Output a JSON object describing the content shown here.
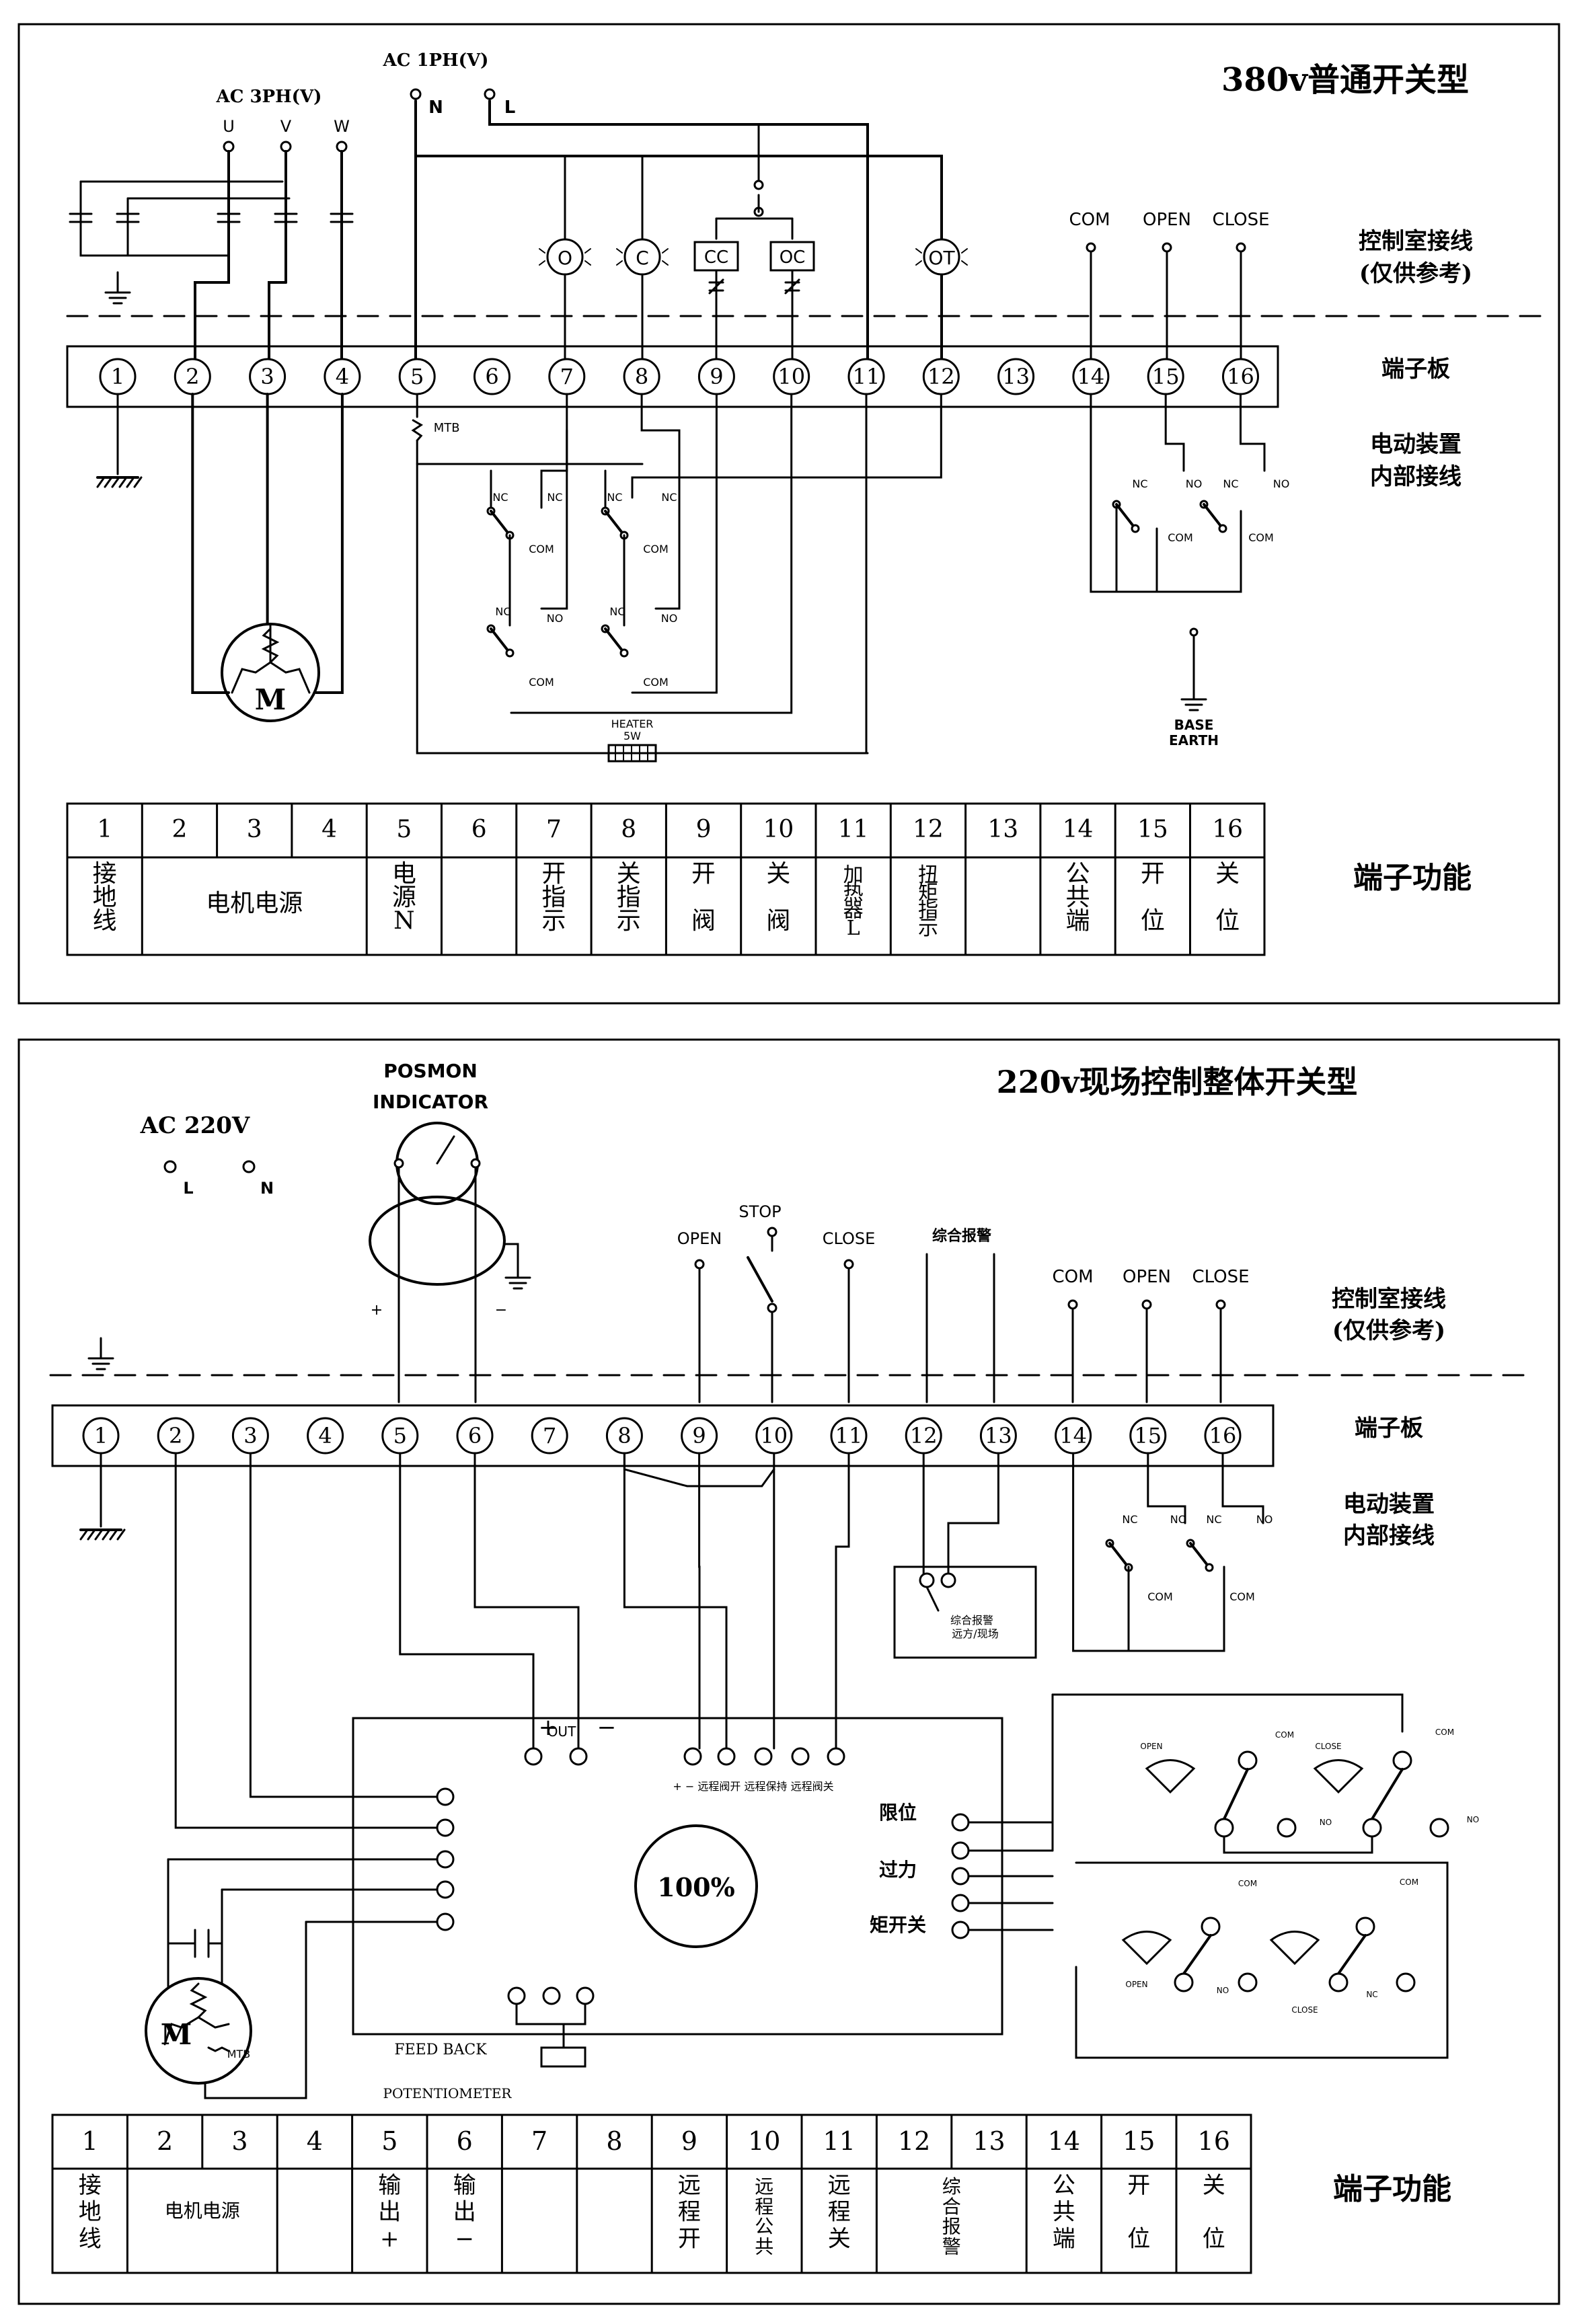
{
  "top": {
    "title": "380v普通开关型",
    "ac3ph": "AC 3PH(V)",
    "ac1ph": "AC 1PH(V)",
    "phases": [
      "U",
      "V",
      "W"
    ],
    "n_label": "N",
    "l_label": "L",
    "indicators": [
      "O",
      "C",
      "CC",
      "OC",
      "OT"
    ],
    "com_label": "COM",
    "open_label": "OPEN",
    "close_label": "CLOSE",
    "control_room": [
      "控制室接线",
      "(仅供参考)"
    ],
    "terminal_board": "端子板",
    "internal": [
      "电动装置",
      "内部接线"
    ],
    "mtb": "MTB",
    "nc": "NC",
    "no": "NO",
    "com": "COM",
    "heater": [
      "HEATER",
      "5W"
    ],
    "base_earth": [
      "BASE",
      "EARTH"
    ],
    "motor": "M",
    "terminals": [
      "1",
      "2",
      "3",
      "4",
      "5",
      "6",
      "7",
      "8",
      "9",
      "10",
      "11",
      "12",
      "13",
      "14",
      "15",
      "16"
    ],
    "function_title": "端子功能",
    "functions": [
      {
        "cols": [
          1
        ],
        "lines": [
          "接",
          "地",
          "线"
        ]
      },
      {
        "cols": [
          2,
          3,
          4
        ],
        "lines": [
          "电机电源"
        ]
      },
      {
        "cols": [
          5
        ],
        "lines": [
          "电",
          "源",
          "N"
        ]
      },
      {
        "cols": [
          6
        ],
        "lines": [
          ""
        ]
      },
      {
        "cols": [
          7
        ],
        "lines": [
          "开",
          "指",
          "示"
        ]
      },
      {
        "cols": [
          8
        ],
        "lines": [
          "关",
          "指",
          "示"
        ]
      },
      {
        "cols": [
          9
        ],
        "lines": [
          "开",
          "",
          "阀"
        ]
      },
      {
        "cols": [
          10
        ],
        "lines": [
          "关",
          "",
          "阀"
        ]
      },
      {
        "cols": [
          11
        ],
        "lines": [
          "加",
          "热",
          "器",
          "L"
        ]
      },
      {
        "cols": [
          12
        ],
        "lines": [
          "扭",
          "矩",
          "指",
          "示"
        ]
      },
      {
        "cols": [
          13
        ],
        "lines": [
          ""
        ]
      },
      {
        "cols": [
          14
        ],
        "lines": [
          "公",
          "共",
          "端"
        ]
      },
      {
        "cols": [
          15
        ],
        "lines": [
          "开",
          "",
          "位"
        ]
      },
      {
        "cols": [
          16
        ],
        "lines": [
          "关",
          "",
          "位"
        ]
      }
    ]
  },
  "bottom": {
    "title": "220v现场控制整体开关型",
    "posmon": [
      "POSMON",
      "INDICATOR"
    ],
    "ac220": "AC 220V",
    "l_label": "L",
    "n_label": "N",
    "plus": "+",
    "minus": "−",
    "stop": "STOP",
    "open": "OPEN",
    "close": "CLOSE",
    "alarm": "综合报警",
    "alarm_box": [
      "综合报警",
      "远方/现场"
    ],
    "com_label": "COM",
    "open_label": "OPEN",
    "close_label": "CLOSE",
    "control_room": [
      "控制室接线",
      "(仅供参考)"
    ],
    "terminal_board": "端子板",
    "internal": [
      "电动装置",
      "内部接线"
    ],
    "nc": "NC",
    "no": "NO",
    "com": "COM",
    "out": "OUT",
    "remote_labels": "+ − 远程阀开 远程保持 远程阀关",
    "percent": "100%",
    "limit": "限位",
    "over": "过力",
    "torque": "矩开关",
    "feedback": "FEED BACK",
    "potentiometer": "POTENTIOMETER",
    "motor": "M",
    "mtb": "MTB",
    "terminals": [
      "1",
      "2",
      "3",
      "4",
      "5",
      "6",
      "7",
      "8",
      "9",
      "10",
      "11",
      "12",
      "13",
      "14",
      "15",
      "16"
    ],
    "function_title": "端子功能",
    "functions": [
      {
        "cols": [
          1
        ],
        "lines": [
          "接",
          "地",
          "线"
        ]
      },
      {
        "cols": [
          2,
          3
        ],
        "lines": [
          "电机电源"
        ]
      },
      {
        "cols": [
          4
        ],
        "lines": [
          ""
        ]
      },
      {
        "cols": [
          5
        ],
        "lines": [
          "输",
          "出",
          "+"
        ]
      },
      {
        "cols": [
          6
        ],
        "lines": [
          "输",
          "出",
          "−"
        ]
      },
      {
        "cols": [
          7
        ],
        "lines": [
          ""
        ]
      },
      {
        "cols": [
          8
        ],
        "lines": [
          ""
        ]
      },
      {
        "cols": [
          9
        ],
        "lines": [
          "远",
          "程",
          "开"
        ]
      },
      {
        "cols": [
          10
        ],
        "lines": [
          "远",
          "程",
          "公",
          "共"
        ]
      },
      {
        "cols": [
          11
        ],
        "lines": [
          "远",
          "程",
          "关"
        ]
      },
      {
        "cols": [
          12,
          13
        ],
        "lines": [
          "综",
          "合",
          "报",
          "警"
        ]
      },
      {
        "cols": [
          14
        ],
        "lines": [
          "公",
          "共",
          "端"
        ]
      },
      {
        "cols": [
          15
        ],
        "lines": [
          "开",
          "",
          "位"
        ]
      },
      {
        "cols": [
          16
        ],
        "lines": [
          "关",
          "",
          "位"
        ]
      }
    ]
  }
}
